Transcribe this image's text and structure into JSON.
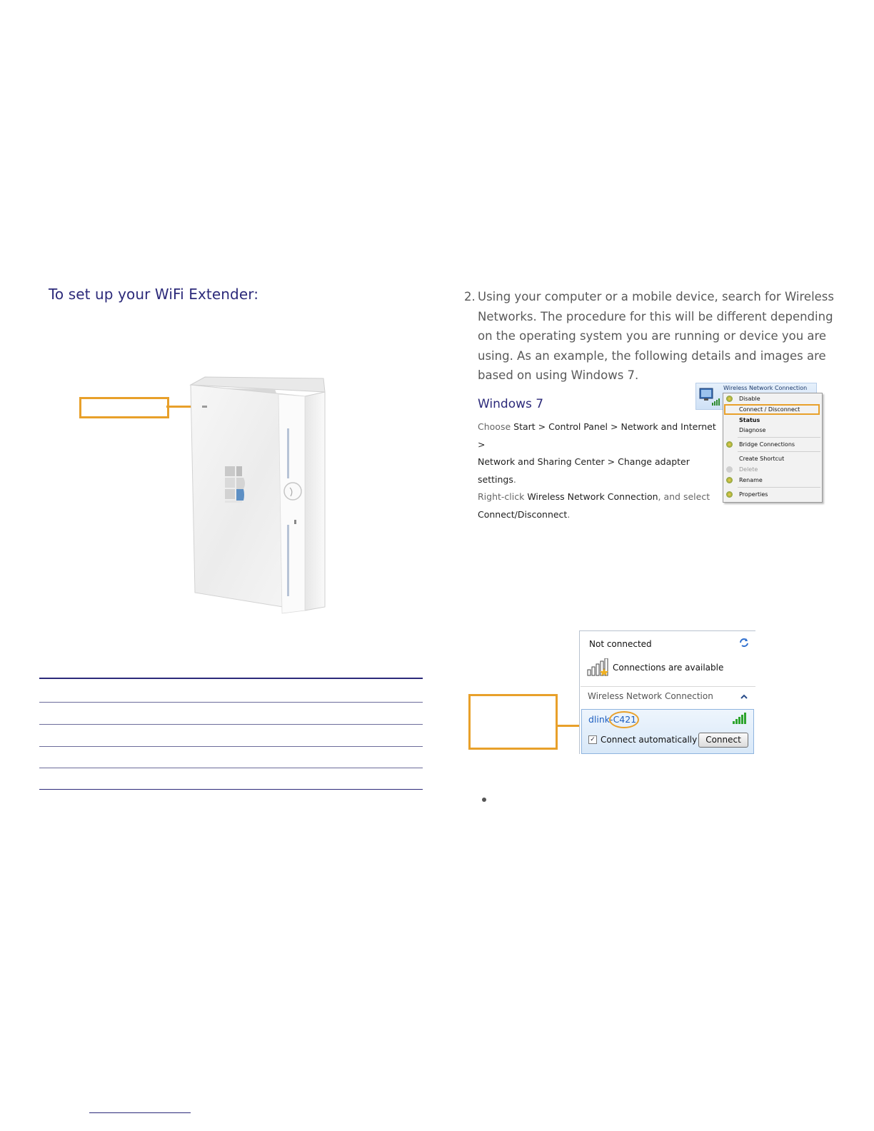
{
  "left": {
    "heading": "To set up your WiFi Extender:"
  },
  "right": {
    "step_number": "2.",
    "step_text": "Using your computer or a mobile device, search for Wireless Networks. The procedure for this will be different depending on the operating system you are running or device you are using. As an example, the following details and images are based on using Windows 7.",
    "subheading": "Windows 7",
    "instructions": {
      "choose": "Choose",
      "start": "Start",
      "sep": ">",
      "control_panel": "Control Panel",
      "network_internet": "Network and Internet",
      "network_sharing": "Network and Sharing Center",
      "change_adapter": "Change adapter settings",
      "period": ".",
      "right_click": "Right-click",
      "wireless_conn": "Wireless Network Connection",
      "and_select": ", and select",
      "connect_disconnect": "Connect/Disconnect",
      "end": "."
    }
  },
  "context_menu": {
    "title": "Wireless Network Connection",
    "items": [
      "Disable",
      "Connect / Disconnect",
      "Status",
      "Diagnose",
      "Bridge Connections",
      "Create Shortcut",
      "Delete",
      "Rename",
      "Properties"
    ]
  },
  "network_popup": {
    "not_connected": "Not connected",
    "connections_available": "Connections are available",
    "section": "Wireless Network Connection",
    "ssid_prefix": "dlink-",
    "ssid_suffix": "C421",
    "connect_auto": "Connect automatically",
    "connect_button": "Connect",
    "check_mark": "✓"
  },
  "colors": {
    "accent": "#e8a02a",
    "heading": "#2c2a7a"
  }
}
